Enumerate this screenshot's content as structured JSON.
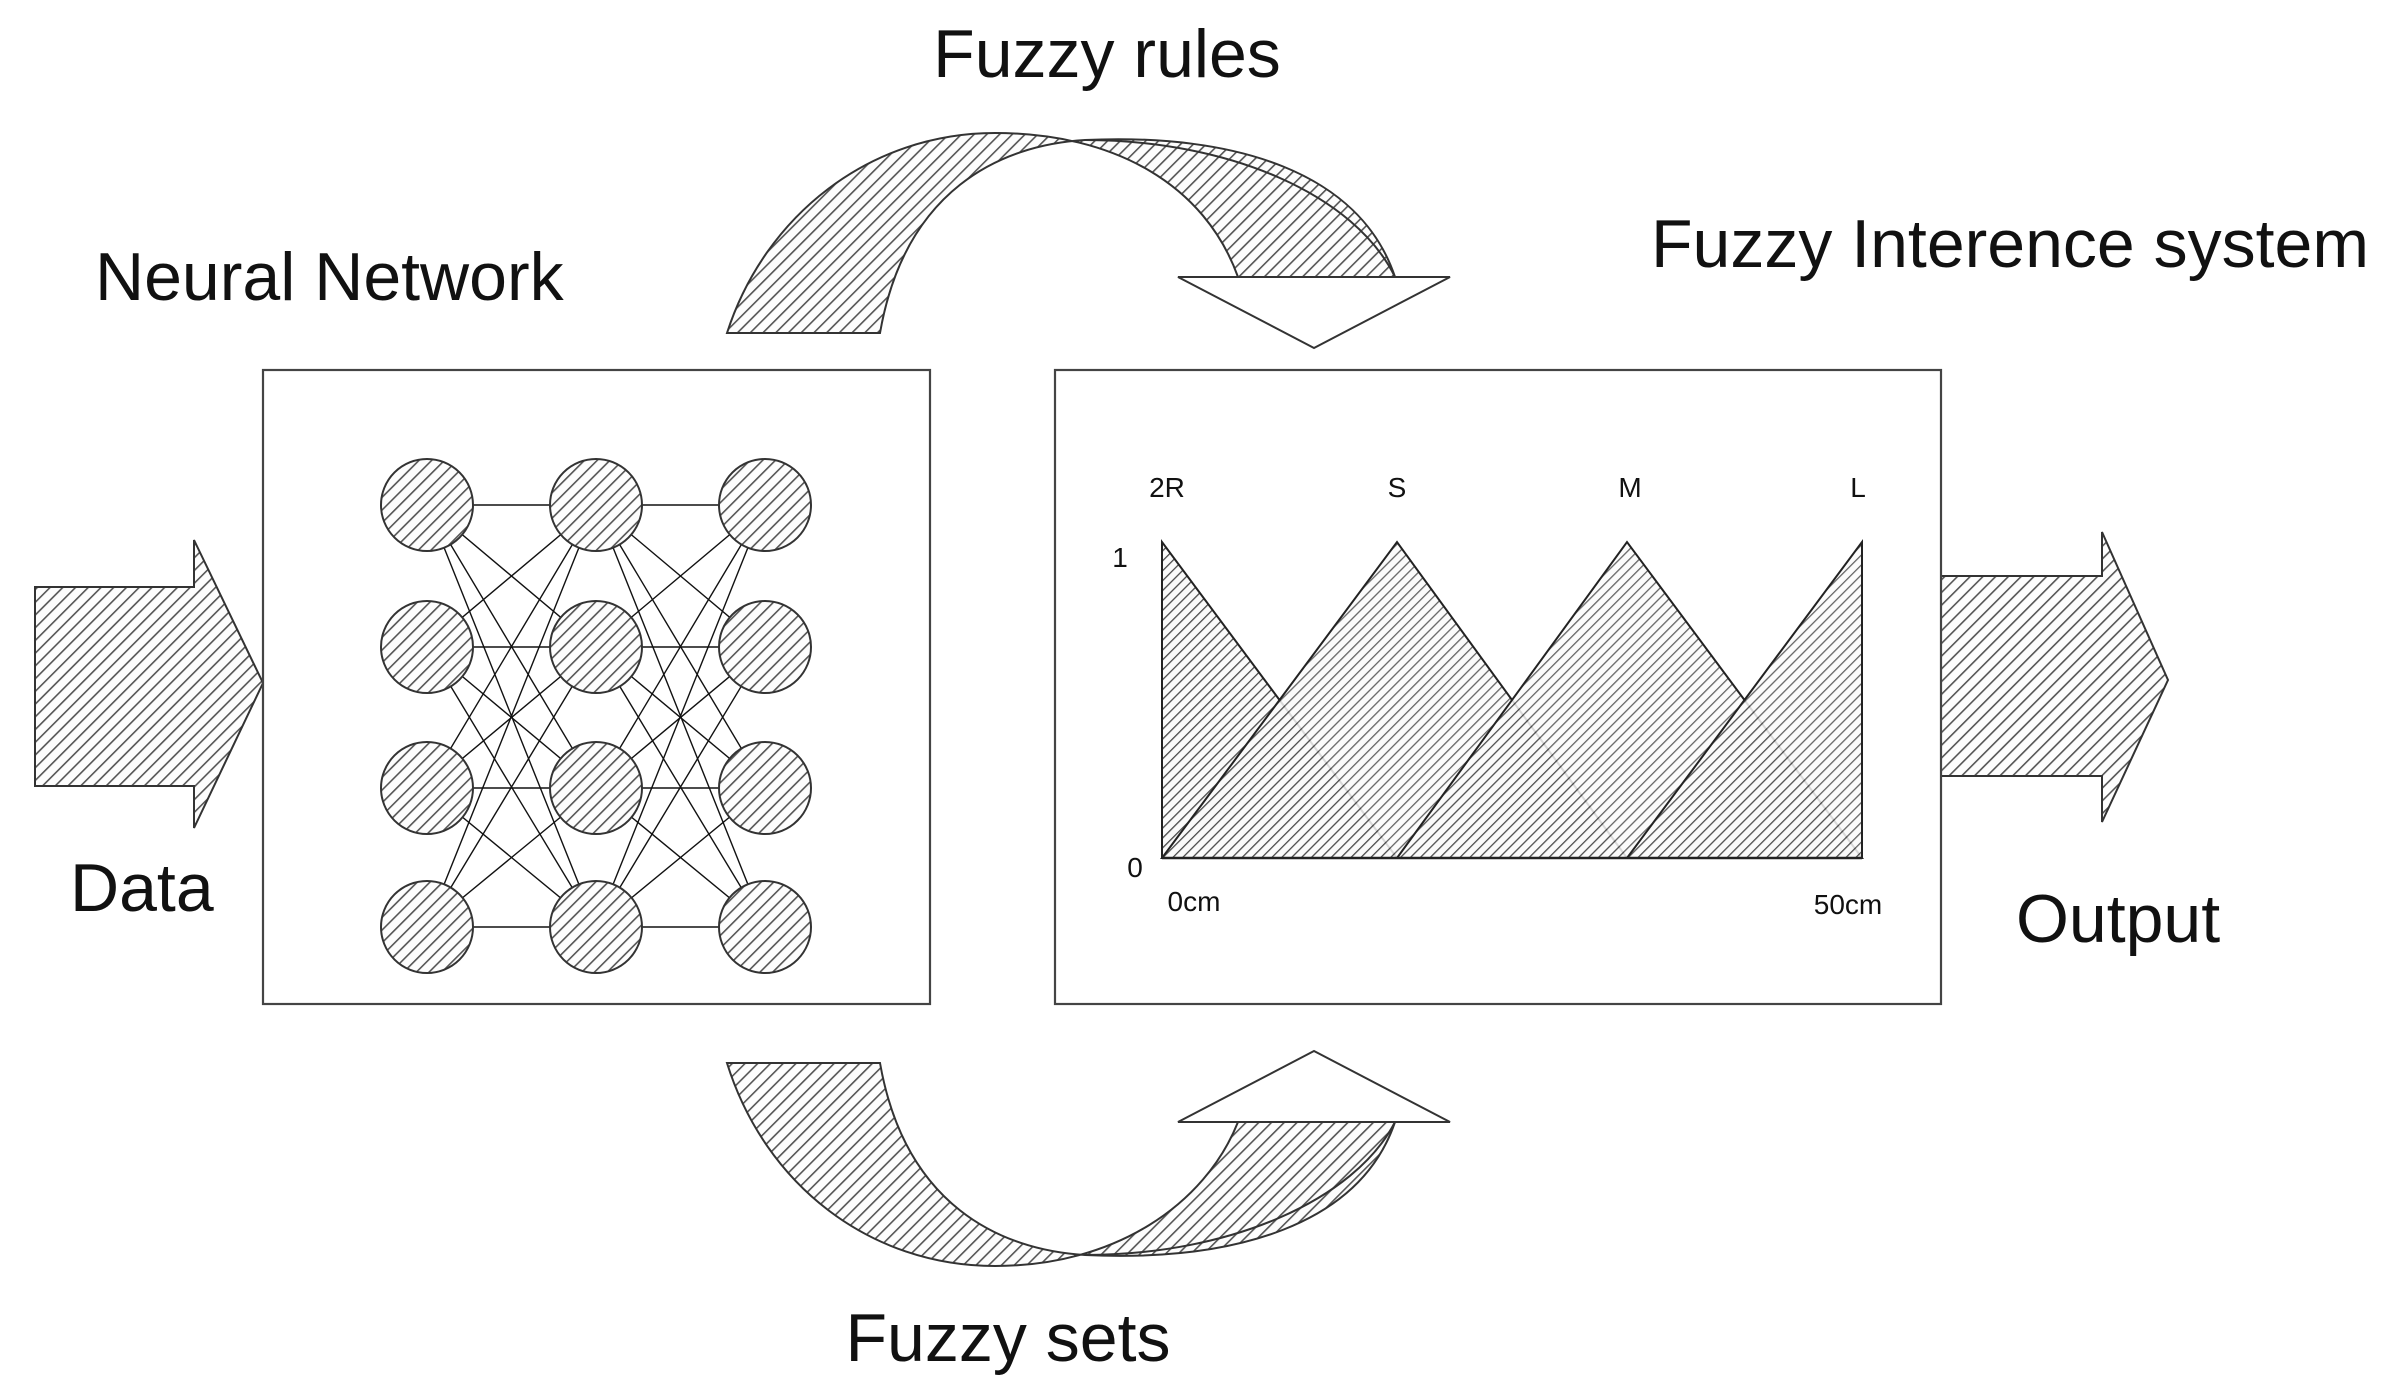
{
  "labels": {
    "data": "Data",
    "neural_network": "Neural Network",
    "fuzzy_rules": "Fuzzy rules",
    "fuzzy_sets": "Fuzzy sets",
    "fis": "Fuzzy Interence system",
    "output": "Output"
  },
  "neural_network": {
    "layers": [
      4,
      4,
      4
    ],
    "connectivity": "fully-connected"
  },
  "membership_plot": {
    "sets": [
      "2R",
      "S",
      "M",
      "L"
    ],
    "y_min_label": "0",
    "y_max_label": "1",
    "x_min_label": "0cm",
    "x_max_label": "50cm"
  },
  "colors": {
    "stroke": "#333333",
    "hatch": "#555555",
    "background": "#ffffff"
  }
}
